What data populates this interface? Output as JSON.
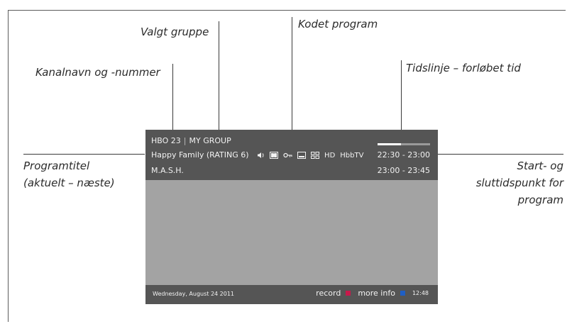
{
  "callouts": {
    "valgt_gruppe": "Valgt gruppe",
    "kodet_program": "Kodet program",
    "kanalnavn": "Kanalnavn og -nummer",
    "tidslinje": "Tidslinje – forløbet tid",
    "programtitel_line1": "Programtitel",
    "programtitel_line2": "(aktuelt – næste)",
    "start_slut_line1": "Start- og",
    "start_slut_line2": "sluttidspunkt for",
    "start_slut_line3": "program"
  },
  "tv": {
    "channel": "HBO 23",
    "group": "MY GROUP",
    "current_title": "Happy Family (RATING 6)",
    "current_time": "22:30 - 23:00",
    "next_title": "M.A.S.H.",
    "next_time": "23:00 - 23:45",
    "progress_fraction": 0.45,
    "icons": [
      "audio-icon",
      "dolby-icon",
      "key-icon",
      "subtitle-icon",
      "teletext-icon",
      "hd-icon",
      "hbbtv-icon"
    ],
    "hd_label": "HD",
    "hbbtv_label": "HbbTV",
    "footer": {
      "date": "Wednesday, August 24 2011",
      "record_label": "record",
      "more_info_label": "more info",
      "clock": "12:48"
    },
    "colors": {
      "record": "#c8194b",
      "more_info": "#1f5fc4"
    }
  }
}
